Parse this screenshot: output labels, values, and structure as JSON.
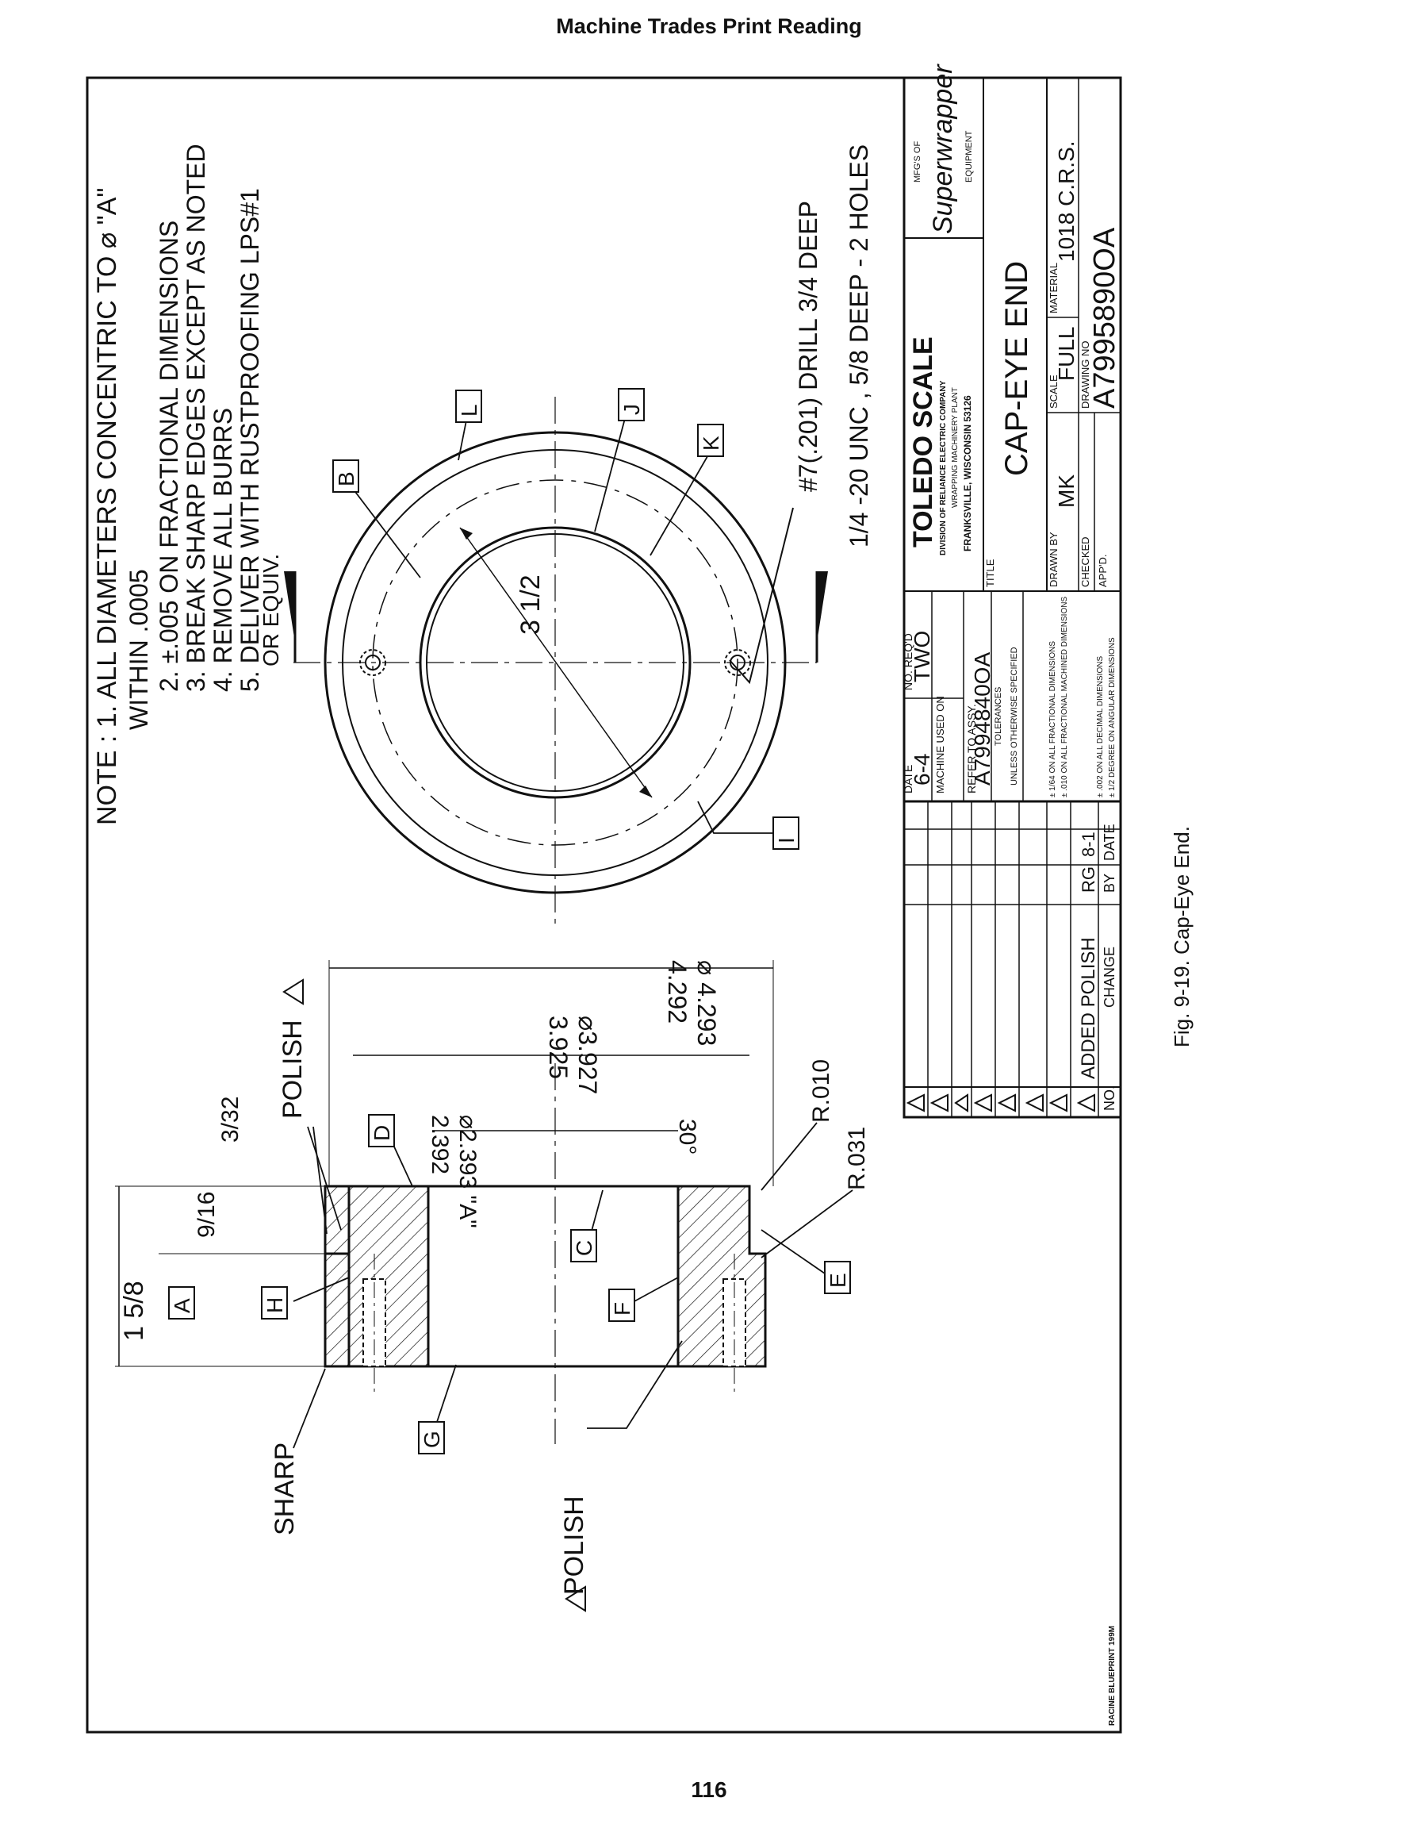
{
  "page": {
    "header": "Machine Trades Print Reading",
    "page_number": "116",
    "caption": "Fig. 9-19. Cap-Eye End."
  },
  "notes": {
    "n1": "NOTE : 1. ALL DIAMETERS CONCENTRIC TO ⌀ \"A\"",
    "n1b": "WITHIN .0005",
    "n2": "2. ±.005 ON FRACTIONAL DIMENSIONS",
    "n3": "3. BREAK SHARP EDGES EXCEPT AS NOTED",
    "n4": "4. REMOVE ALL BURRS",
    "n5": "5. DELIVER WITH RUSTPROOFING LPS#1",
    "n5b": "OR EQUIV."
  },
  "hole_callout": {
    "line1": "#7(.201) DRILL 3/4 DEEP",
    "line2": "1/4 -20 UNC , 5/8 DEEP - 2 HOLES"
  },
  "section_view": {
    "sharp": "SHARP",
    "polish_1": "POLISH",
    "polish_2": "POLISH",
    "dim_1_5_8": "1 5/8",
    "dim_9_16": "9/16",
    "dim_3_32": "3/32",
    "dia_a": "⌀2.393 \"A\"",
    "dia_a2": "2.392",
    "dia_3927": "⌀3.927",
    "dia_3925": "3.925",
    "dia_4293": "⌀ 4.293",
    "dia_4292": "4.292",
    "angle": "30°",
    "r010": "R.010",
    "r031": "R.031"
  },
  "end_view": {
    "dia_3_5": "3 1/2"
  },
  "labels": [
    "A",
    "B",
    "C",
    "D",
    "E",
    "F",
    "G",
    "H",
    "I",
    "J",
    "K",
    "L"
  ],
  "title_block": {
    "company": "TOLEDO SCALE",
    "division": "DIVISION OF RELIANCE ELECTRIC COMPANY",
    "plant": "WRAPPING MACHINERY PLANT",
    "location": "FRANKSVILLE, WISCONSIN 53126",
    "mfg": "MFG'S OF",
    "brand": "Superwrapper",
    "equipment": "EQUIPMENT",
    "title_label": "TITLE",
    "title": "CAP-EYE END",
    "date_label": "DATE",
    "date": "6-4",
    "no_reqd_label": "NO. REQ'D",
    "no_reqd": "TWO",
    "machine_label": "MACHINE USED ON",
    "refer_label": "REFER TO ASSY.",
    "refer": "A7994840OA",
    "tol_title": "TOLERANCES",
    "tol_unless": "UNLESS OTHERWISE SPECIFIED",
    "tol_1": "± 1/64 ON ALL FRACTIONAL DIMENSIONS",
    "tol_2": "± .010 ON ALL FRACTIONAL MACHINED DIMENSIONS",
    "tol_3": "± .002 ON ALL DECIMAL DIMENSIONS",
    "tol_4": "± 1/2 DEGREE ON ANGULAR DIMENSIONS",
    "drawn_label": "DRAWN BY",
    "drawn": "MK",
    "checked_label": "CHECKED",
    "appd_label": "APP'D.",
    "scale_label": "SCALE",
    "scale": "FULL",
    "material_label": "MATERIAL",
    "material": "1018 C.R.S.",
    "dwg_label": "DRAWING NO",
    "dwg": "A7995890OA",
    "change_row": "ADDED POLISH",
    "change_by": "RG",
    "change_date": "8-1",
    "col_no": "NO.",
    "col_change": "CHANGE",
    "col_by": "BY",
    "col_date": "DATE",
    "blueprint": "RACINE BLUEPRINT 199M"
  }
}
